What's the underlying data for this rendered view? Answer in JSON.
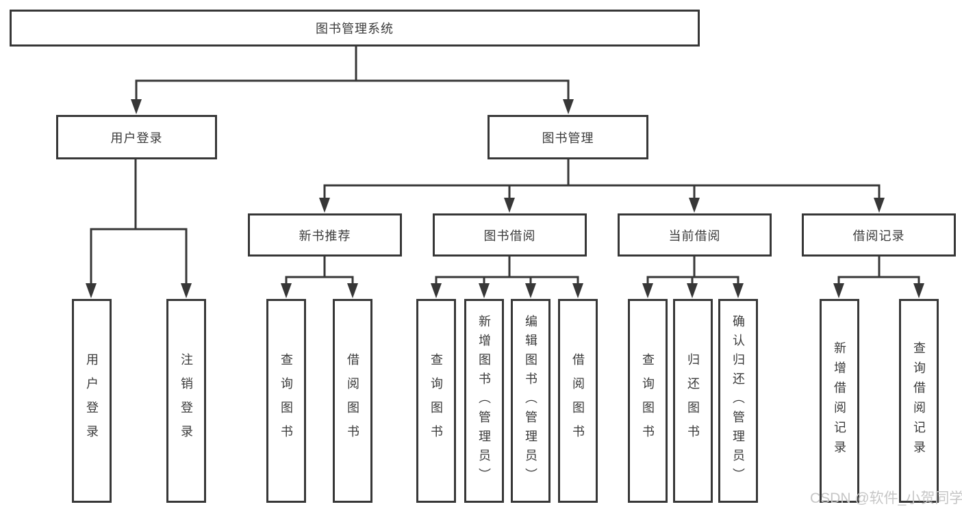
{
  "nodes": {
    "root": "图书管理系统",
    "user_login": "用户登录",
    "book_mgmt": "图书管理",
    "new_book_rec": "新书推荐",
    "book_borrow": "图书借阅",
    "current_borrow": "当前借阅",
    "borrow_record": "借阅记录",
    "leaf_user_login": "用户登录",
    "leaf_logout": "注销登录",
    "leaf_query_book_a": "查询图书",
    "leaf_borrow_book_a": "借阅图书",
    "leaf_query_book_b": "查询图书",
    "leaf_add_book_admin": "新增图书（管理员）",
    "leaf_edit_book_admin": "编辑图书（管理员）",
    "leaf_borrow_book_b": "借阅图书",
    "leaf_query_book_c": "查询图书",
    "leaf_return_book": "归还图书",
    "leaf_confirm_return_admin": "确认归还（管理员）",
    "leaf_add_borrow_record": "新增借阅记录",
    "leaf_query_borrow_record": "查询借阅记录"
  },
  "watermark": "CSDN @软件_小贺同学",
  "colors": {
    "line": "#373737",
    "text": "#3a3a3a",
    "watermark": "#c6c6c6",
    "background": "#ffffff"
  }
}
